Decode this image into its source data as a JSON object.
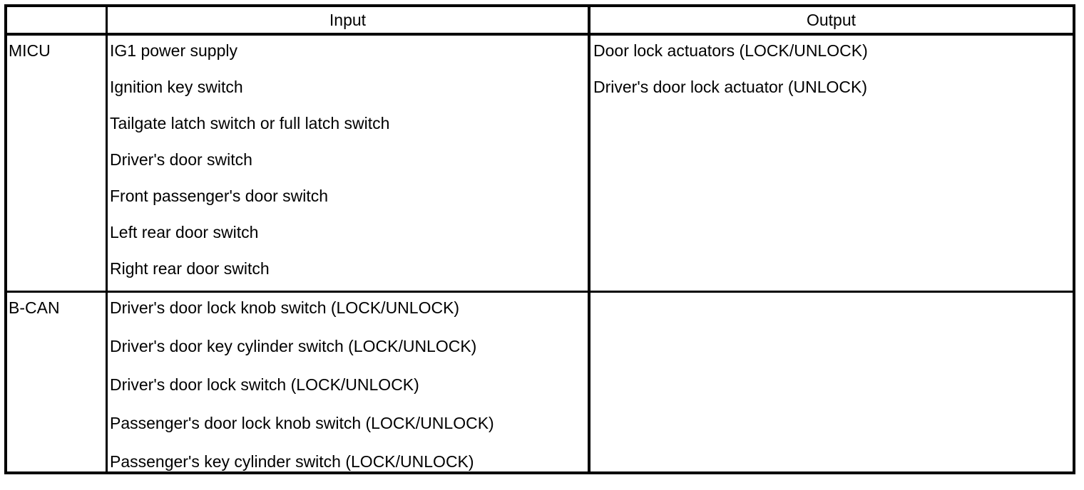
{
  "table": {
    "columns": [
      {
        "key": "source",
        "label": ""
      },
      {
        "key": "input",
        "label": "Input"
      },
      {
        "key": "output",
        "label": "Output"
      }
    ],
    "rows": [
      {
        "source": "MICU",
        "inputs": [
          "IG1 power supply",
          "Ignition key switch",
          "Tailgate latch switch or full latch switch",
          "Driver's door switch",
          "Front passenger's door switch",
          "Left rear door switch",
          "Right rear door switch"
        ],
        "outputs": [
          "Door lock actuators (LOCK/UNLOCK)",
          "Driver's door lock actuator (UNLOCK)"
        ]
      },
      {
        "source": "B-CAN",
        "inputs": [
          "Driver's door lock knob switch (LOCK/UNLOCK)",
          "Driver's door key cylinder switch (LOCK/UNLOCK)",
          "Driver's door lock switch (LOCK/UNLOCK)",
          "Passenger's door lock knob switch (LOCK/UNLOCK)",
          "Passenger's key cylinder switch (LOCK/UNLOCK)"
        ],
        "outputs": []
      }
    ]
  },
  "colors": {
    "border": "#000000",
    "text": "#000000",
    "background": "#ffffff"
  }
}
